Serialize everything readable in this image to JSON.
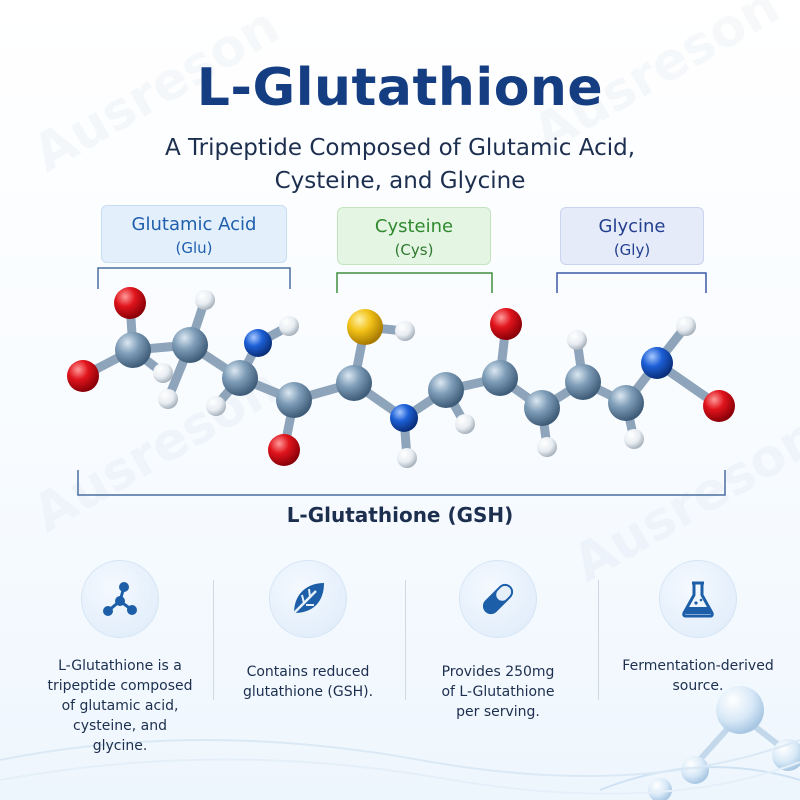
{
  "title": "L-Glutathione",
  "subtitle": {
    "line1": "A Tripeptide Composed of Glutamic Acid,",
    "line2": "Cysteine, and Glycine"
  },
  "amino_acids": [
    {
      "name": "Glutamic Acid",
      "abbr": "(Glu)"
    },
    {
      "name": "Cysteine",
      "abbr": "(Cys)"
    },
    {
      "name": "Glycine",
      "abbr": "(Gly)"
    }
  ],
  "molecule_label": "L-Glutathione (GSH)",
  "features": [
    {
      "icon": "molecule-icon",
      "text": "L-Glutathione is a tripeptide composed of glutamic acid, cysteine, and glycine."
    },
    {
      "icon": "leaf-icon",
      "text": "Contains reduced glutathione (GSH)."
    },
    {
      "icon": "capsule-icon",
      "text": "Provides 250mg of L-Glutathione per serving."
    },
    {
      "icon": "flask-icon",
      "text": "Fermentation-derived source."
    }
  ],
  "watermark": "Ausreson",
  "colors": {
    "title": "#143d82",
    "carbon": "#6f8ea8",
    "oxygen": "#e0141c",
    "nitrogen": "#1c5fd6",
    "sulfur": "#f2c218",
    "hydrogen": "#f2f2f2",
    "glu_label": "#1f5fad",
    "cys_label": "#2f8a2f",
    "gly_label": "#22408f"
  }
}
